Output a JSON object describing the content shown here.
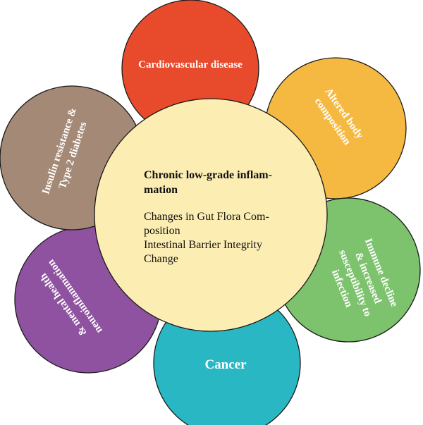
{
  "center": {
    "title_line1": "Chronic low-grade inflam-",
    "title_line2": "mation",
    "body_line1": "Changes in Gut Flora Com-",
    "body_line2": "position",
    "body_line3": "Intestinal Barrier Integrity",
    "body_line4": "Change",
    "color": "#FCEDB3"
  },
  "petals": {
    "cardiovascular": {
      "line1": "Cardiovascular disease",
      "color": "#E84A2C"
    },
    "body_composition": {
      "line1": "Altered body",
      "line2": "composition",
      "color": "#F5B942"
    },
    "immune": {
      "line1": "Immune decline",
      "line2": "& increased",
      "line3": "susceptibility to",
      "line4": "infection",
      "color": "#7DC36E"
    },
    "cancer": {
      "line1": "Cancer",
      "color": "#2AB7C4"
    },
    "neuro": {
      "line1": "& mental health",
      "line2": "neuroinflammation",
      "color": "#8E52A0"
    },
    "insulin": {
      "line1": "Insulin resistance &",
      "line2": "Type 2 diabetes",
      "color": "#A48A76"
    }
  }
}
